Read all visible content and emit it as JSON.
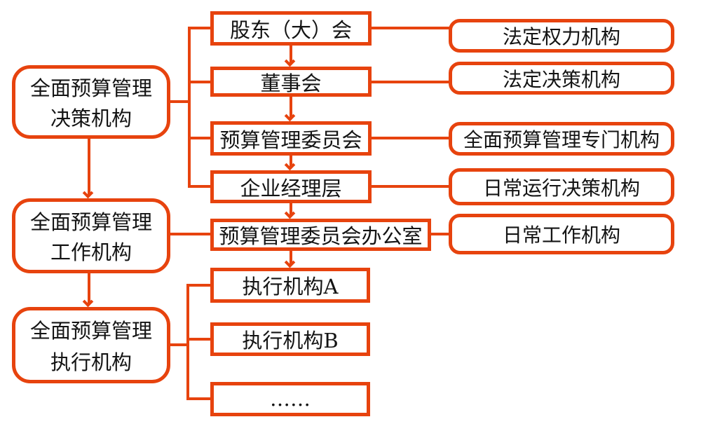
{
  "colors": {
    "line": "#e7430e",
    "text": "#141414",
    "background": "#ffffff"
  },
  "left": {
    "l1": {
      "line1": "全面预算管理",
      "line2": "决策机构"
    },
    "l2": {
      "line1": "全面预算管理",
      "line2": "工作机构"
    },
    "l3": {
      "line1": "全面预算管理",
      "line2": "执行机构"
    }
  },
  "middle": {
    "m1": "股东（大）会",
    "m2": "董事会",
    "m3": "预算管理委员会",
    "m4": "企业经理层",
    "m5": "预算管理委员会办公室",
    "m6": "执行机构A",
    "m7": "执行机构B",
    "m8": "……"
  },
  "right": {
    "r1": "法定权力机构",
    "r2": "法定决策机构",
    "r3": "全面预算管理专门机构",
    "r4": "日常运行决策机构",
    "r5": "日常工作机构"
  }
}
